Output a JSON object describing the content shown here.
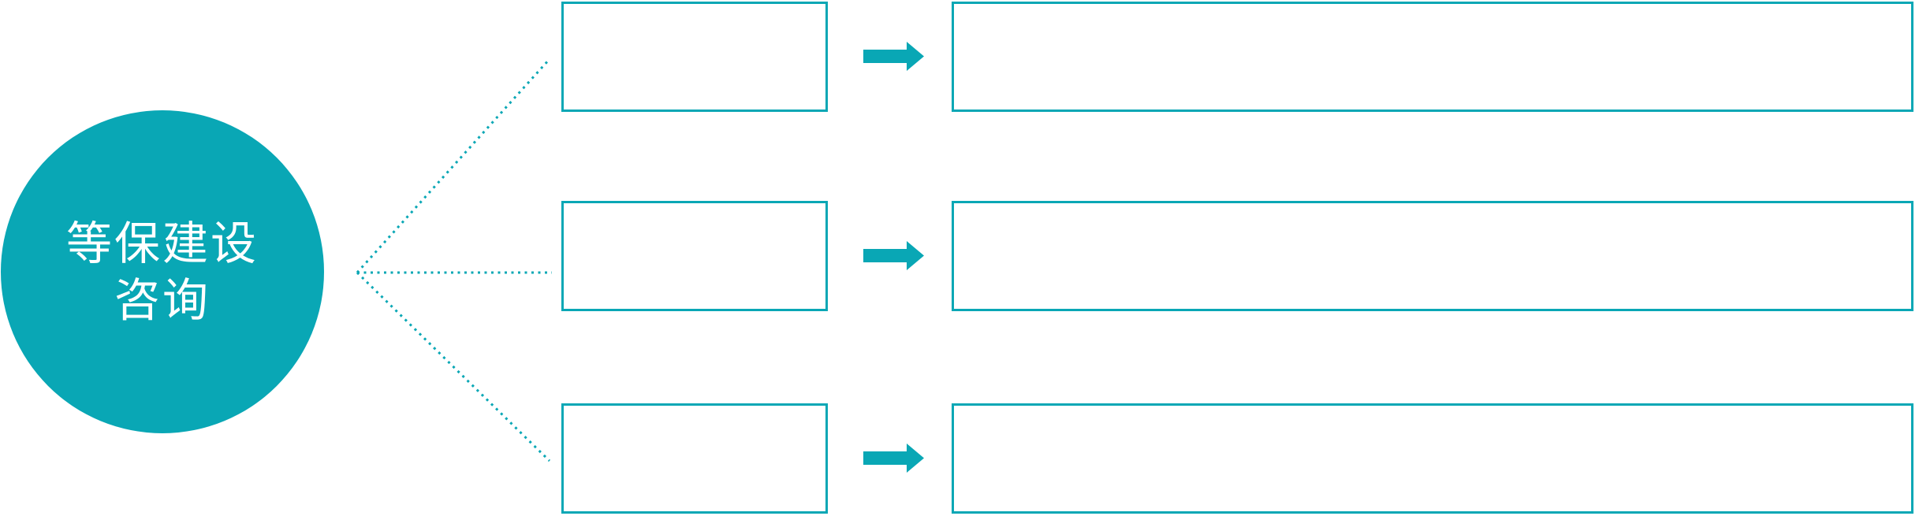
{
  "colors": {
    "teal": "#09A7B5",
    "background": "#ffffff",
    "circle_text": "#ffffff"
  },
  "circle": {
    "line1": "等保建设",
    "line2": "咨询"
  },
  "rows": [
    {
      "box_text": "",
      "panel_text": ""
    },
    {
      "box_text": "",
      "panel_text": ""
    },
    {
      "box_text": "",
      "panel_text": ""
    }
  ],
  "icons": {
    "arrow": "arrow-right",
    "connector": "dotted-branch-lines"
  }
}
